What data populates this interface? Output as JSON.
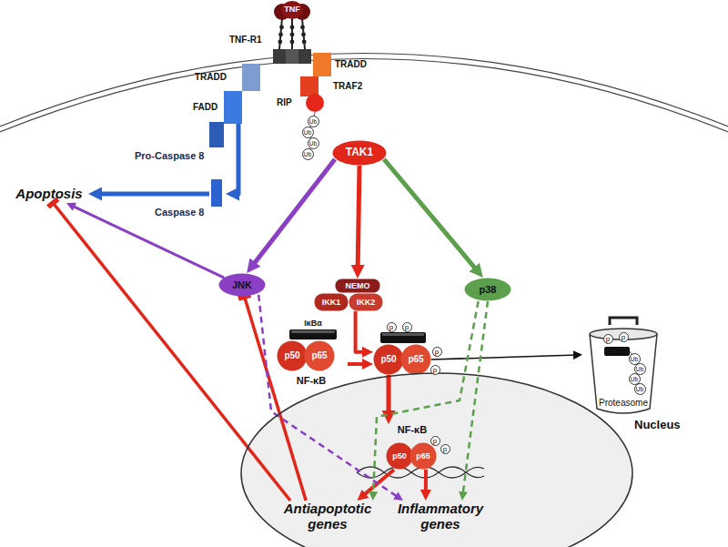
{
  "diagram": {
    "nodes": [
      {
        "text": [
          "TNF"
        ]
      },
      {
        "text": [
          "TNF-R1"
        ]
      },
      {
        "text": [
          "TRADD"
        ]
      },
      {
        "text": [
          "FADD"
        ]
      },
      {
        "text": [
          "TRADD"
        ]
      },
      {
        "text": [
          "TRAF2"
        ]
      },
      {
        "text": [
          "RIP"
        ]
      },
      {
        "text": [
          "Pro-Caspase 8",
          "Caspase 8"
        ]
      },
      {
        "text": [
          "Apoptosis"
        ]
      },
      {
        "text": [
          "TAK1"
        ]
      },
      {
        "text": [
          "JNK"
        ]
      },
      {
        "text": [
          "p38"
        ]
      },
      {
        "text": [
          "NEMO"
        ]
      },
      {
        "text": [
          "IKK1"
        ]
      },
      {
        "text": [
          "IKK2"
        ]
      },
      {
        "text": [
          "NF-κB"
        ]
      },
      {
        "text": [
          "IκBα"
        ],
        "in": 15
      },
      {
        "text": [
          "p50"
        ],
        "in": 15
      },
      {
        "text": [
          "p65"
        ],
        "in": 15
      },
      {
        "text": [
          "p50"
        ]
      },
      {
        "text": [
          "p65"
        ]
      },
      {
        "text": [
          "Proteasome"
        ]
      },
      {
        "text": [
          "Nucleus"
        ]
      },
      {
        "text": [
          "NF-κB"
        ],
        "in": 22
      },
      {
        "text": [
          "p50"
        ],
        "in": 23
      },
      {
        "text": [
          "p65"
        ],
        "in": 23
      },
      {
        "text": [
          "Antiapoptotic genes"
        ],
        "in": 22
      },
      {
        "text": [
          "Inflammatory genes"
        ],
        "in": 22
      }
    ],
    "edges": [
      {
        "from": 3,
        "to": 7,
        "arrow": "to"
      },
      {
        "from": 7,
        "to": 8,
        "arrow": "to"
      },
      {
        "from": 9,
        "to": 10,
        "arrow": "to"
      },
      {
        "from": 9,
        "to": 12,
        "arrow": "to"
      },
      {
        "from": 9,
        "to": 11,
        "arrow": "to"
      },
      {
        "from": 10,
        "to": 8,
        "arrow": "to"
      },
      {
        "from": 14,
        "to": 19,
        "arrow": "to"
      },
      {
        "from": 15,
        "to": 19,
        "arrow": "to"
      },
      {
        "from": 20,
        "to": 21,
        "arrow": "to"
      },
      {
        "from": 19,
        "to": 23,
        "arrow": "to"
      },
      {
        "from": 24,
        "to": 26,
        "arrow": "to"
      },
      {
        "from": 25,
        "to": 27,
        "arrow": "to"
      },
      {
        "from": 26,
        "to": 8,
        "arrow": "to"
      },
      {
        "from": 26,
        "to": 10,
        "arrow": "to"
      },
      {
        "from": 10,
        "to": 27,
        "arrow": "to"
      },
      {
        "from": 11,
        "to": 26,
        "arrow": "to"
      },
      {
        "from": 11,
        "to": 27,
        "arrow": "to"
      }
    ],
    "labels": [
      "Ub",
      "Ub",
      "Ub",
      "Ub",
      "p",
      "p",
      "p",
      "p",
      "p",
      "p",
      "p",
      "p",
      "Ub",
      "Ub",
      "Ub",
      "Ub"
    ]
  }
}
